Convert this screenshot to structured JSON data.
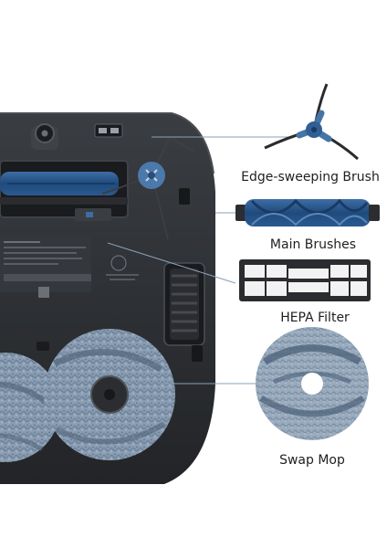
{
  "labels": {
    "brush": "Edge-sweeping Brush",
    "main": "Main Brushes",
    "hepa": "HEPA Filter",
    "mop": "Swap Mop"
  },
  "colors": {
    "robot_body": "#2d2f33",
    "brush_blue": "#2f5f95",
    "mop_blue": "#7a8fa6",
    "leader_line": "#8aa0b8"
  }
}
